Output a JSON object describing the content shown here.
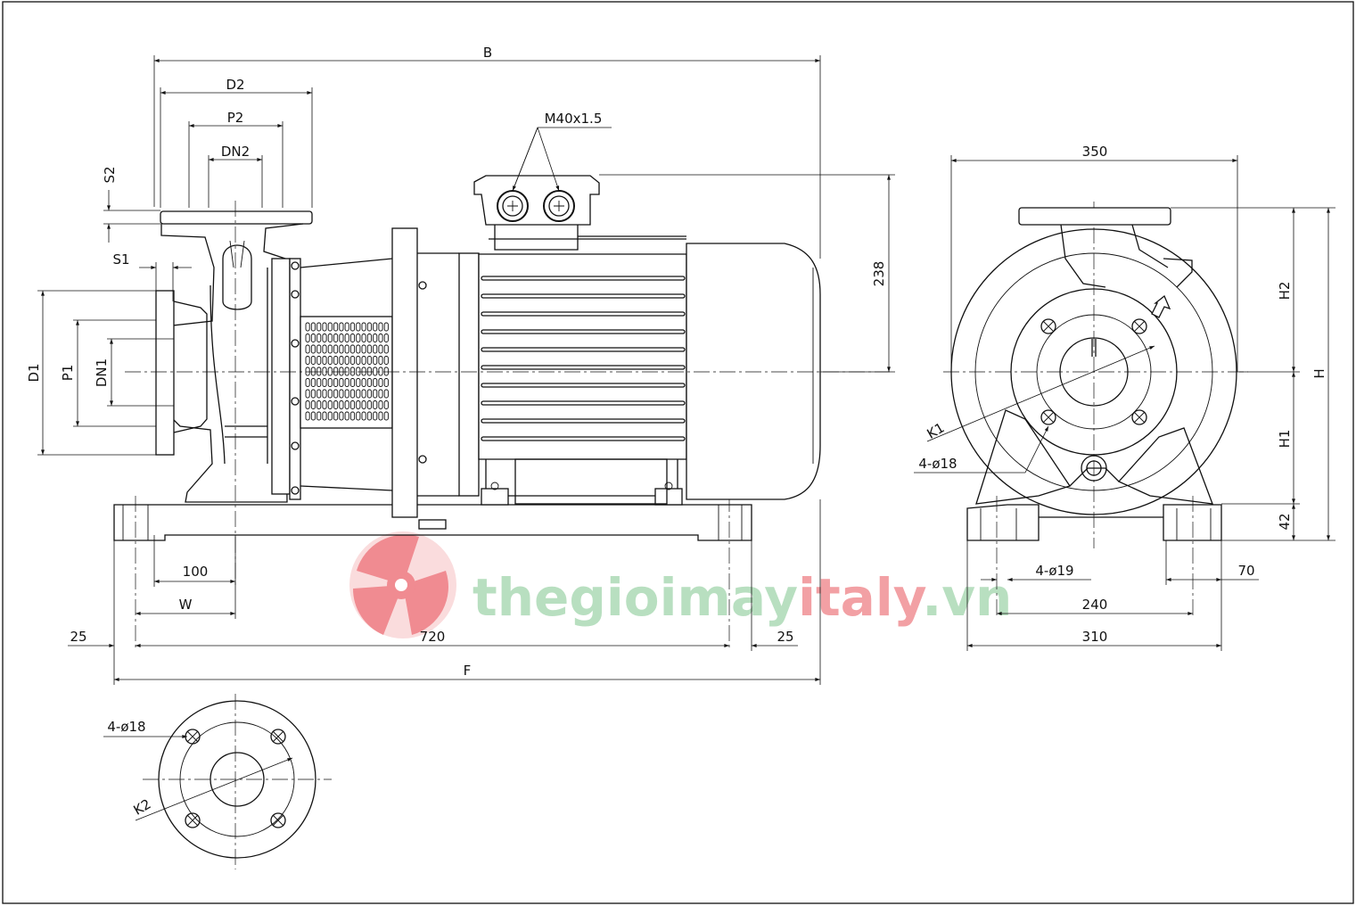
{
  "side_view": {
    "B": "B",
    "D2": "D2",
    "P2": "P2",
    "DN2": "DN2",
    "S2": "S2",
    "S1": "S1",
    "D1": "D1",
    "P1": "P1",
    "DN1": "DN1",
    "terminal": "M40x1.5",
    "h238": "238",
    "d100": "100",
    "W": "W",
    "d25a": "25",
    "d720": "720",
    "d25b": "25",
    "F": "F"
  },
  "end_view": {
    "d350": "350",
    "H2": "H2",
    "H": "H",
    "H1": "H1",
    "d42": "42",
    "K1": "K1",
    "holes": "4-ø18",
    "base_holes": "4-ø19",
    "d70": "70",
    "d240": "240",
    "d310": "310"
  },
  "flange_view": {
    "holes": "4-ø18",
    "K2": "K2"
  },
  "watermark": {
    "text_a": "thegioimay",
    "text_b": "italy",
    "text_c": ".vn",
    "color_green": "#b8dfc0",
    "color_red": "#f2a0a4"
  }
}
